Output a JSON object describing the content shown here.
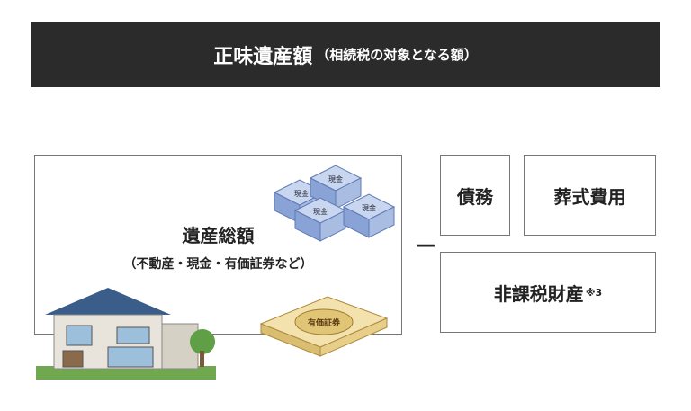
{
  "header": {
    "title": "正味遺産額",
    "subtitle": "（相続税の対象となる額）"
  },
  "total": {
    "label": "遺産総額",
    "detail": "（不動産・現金・有価証券など）"
  },
  "operator": "－",
  "deductions": {
    "debt": "債務",
    "funeral": "葬式費用",
    "nontaxable": "非課税財産",
    "nontaxable_note": "※3"
  },
  "illustrations": {
    "cash_label": "現金",
    "securities_label": "有価証券"
  },
  "colors": {
    "header_bg": "#2b2b2b",
    "box_border": "#777777",
    "cash_blue": "#7f9bd0",
    "securities_gold": "#e7cf8a"
  }
}
